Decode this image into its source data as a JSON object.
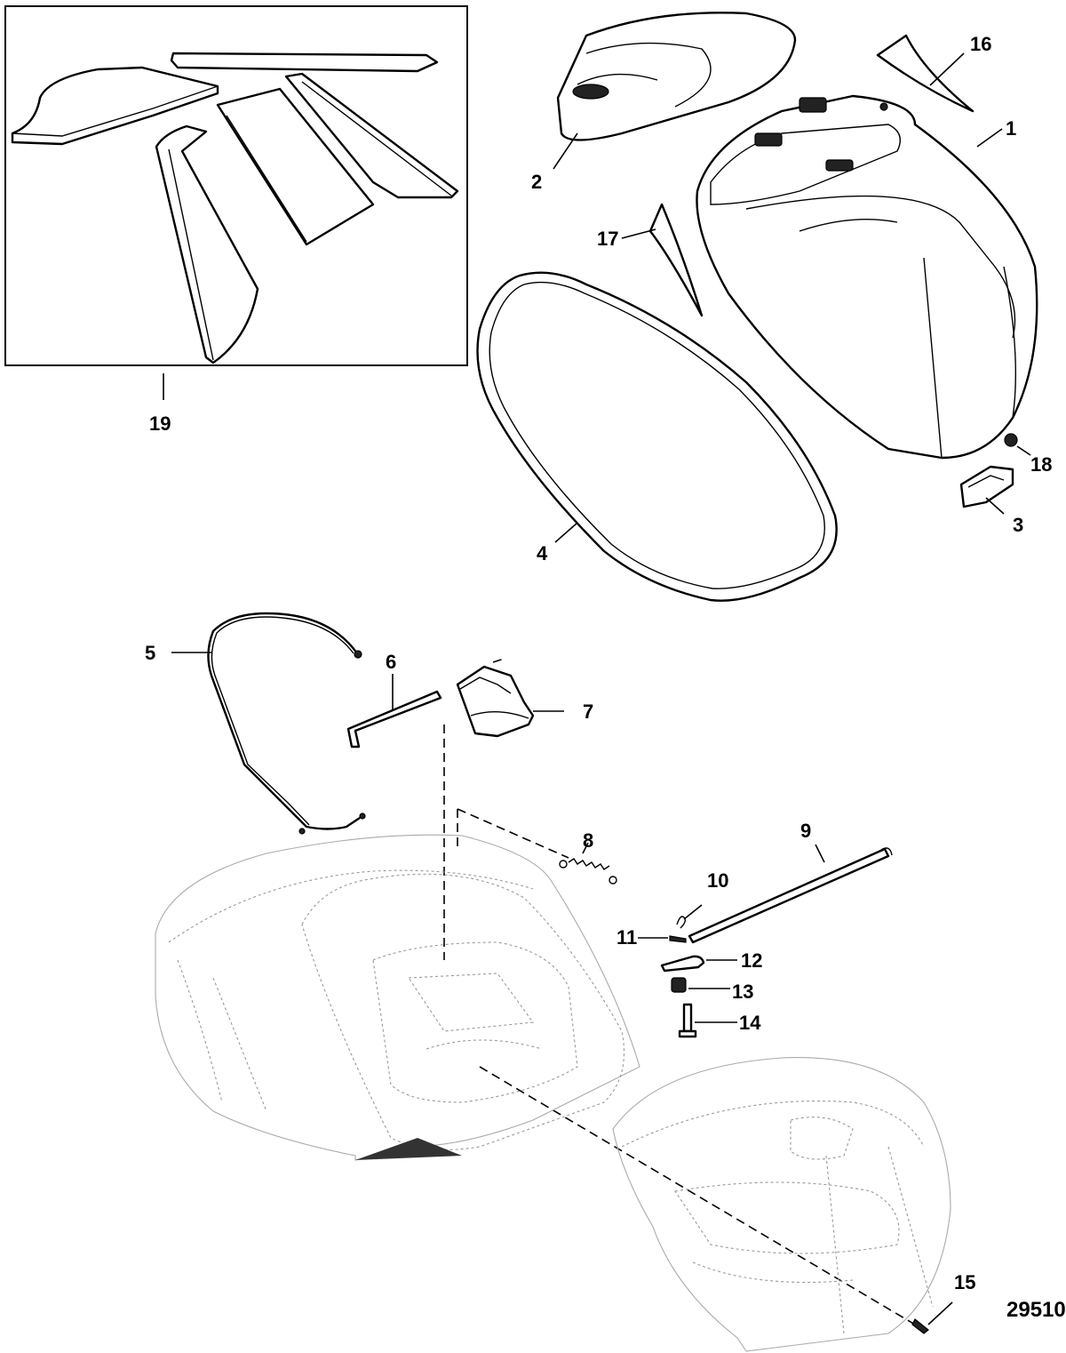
{
  "figure_number": "29510",
  "callouts": [
    "1",
    "2",
    "3",
    "4",
    "5",
    "6",
    "7",
    "8",
    "9",
    "10",
    "11",
    "12",
    "13",
    "14",
    "15",
    "16",
    "17",
    "18",
    "19"
  ]
}
